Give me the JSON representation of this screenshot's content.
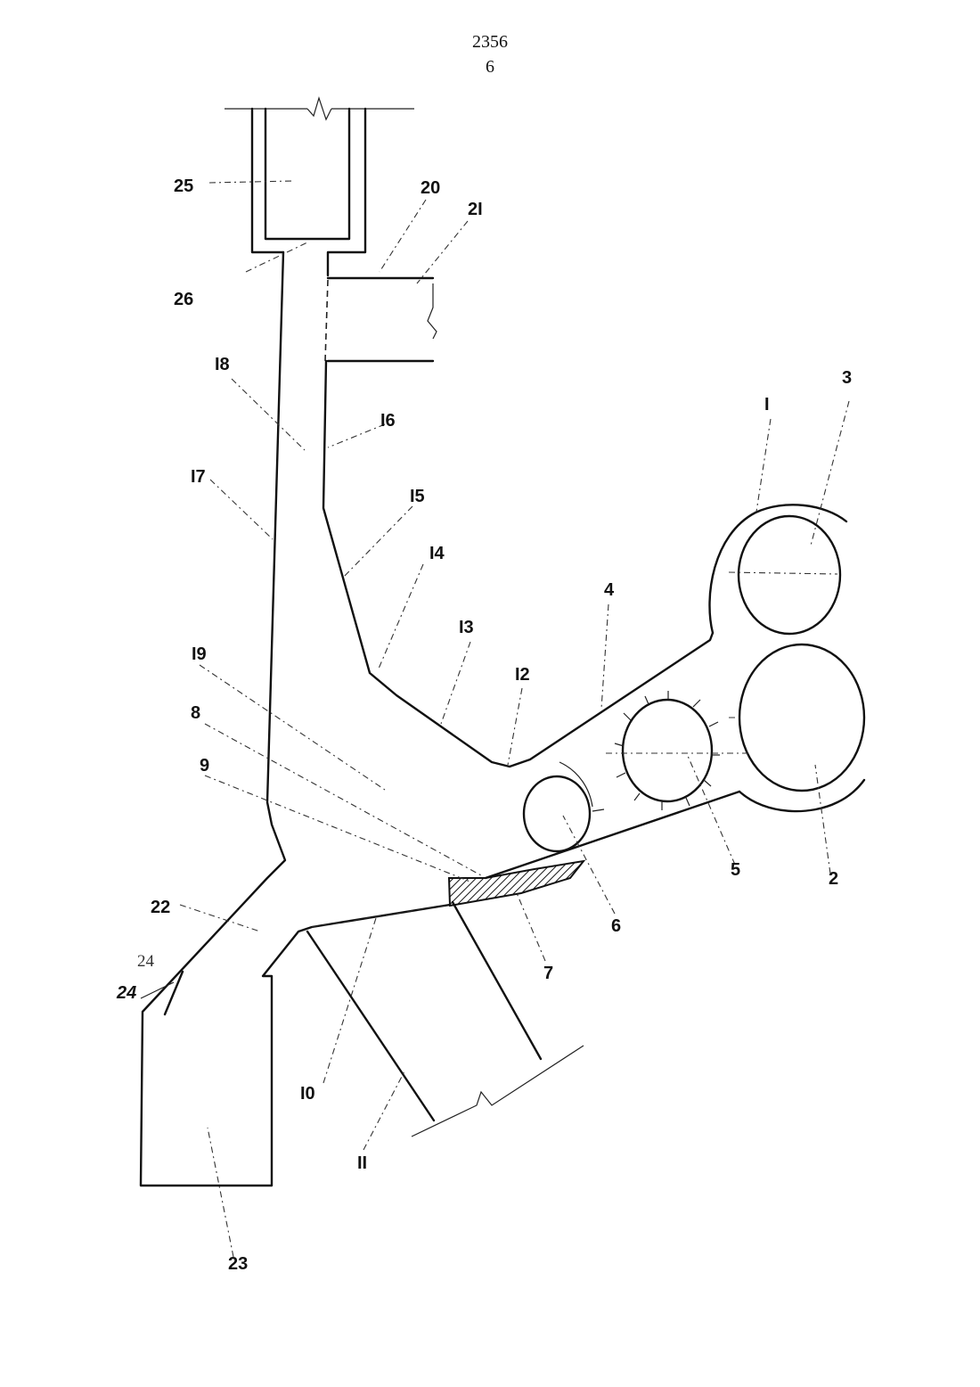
{
  "header": {
    "doc_number": "2356",
    "page": "6"
  },
  "labels": {
    "l1": "I",
    "l2": "2",
    "l3": "3",
    "l4": "4",
    "l5": "5",
    "l6": "6",
    "l7": "7",
    "l8": "8",
    "l9": "9",
    "l10": "I0",
    "l11": "II",
    "l12": "I2",
    "l13": "I3",
    "l14": "I4",
    "l15": "I5",
    "l16": "I6",
    "l17": "I7",
    "l18": "I8",
    "l19": "I9",
    "l20": "20",
    "l21": "2I",
    "l22": "22",
    "l23": "23",
    "l24a": "24",
    "l24b": "24",
    "l25": "25",
    "l26": "26"
  }
}
